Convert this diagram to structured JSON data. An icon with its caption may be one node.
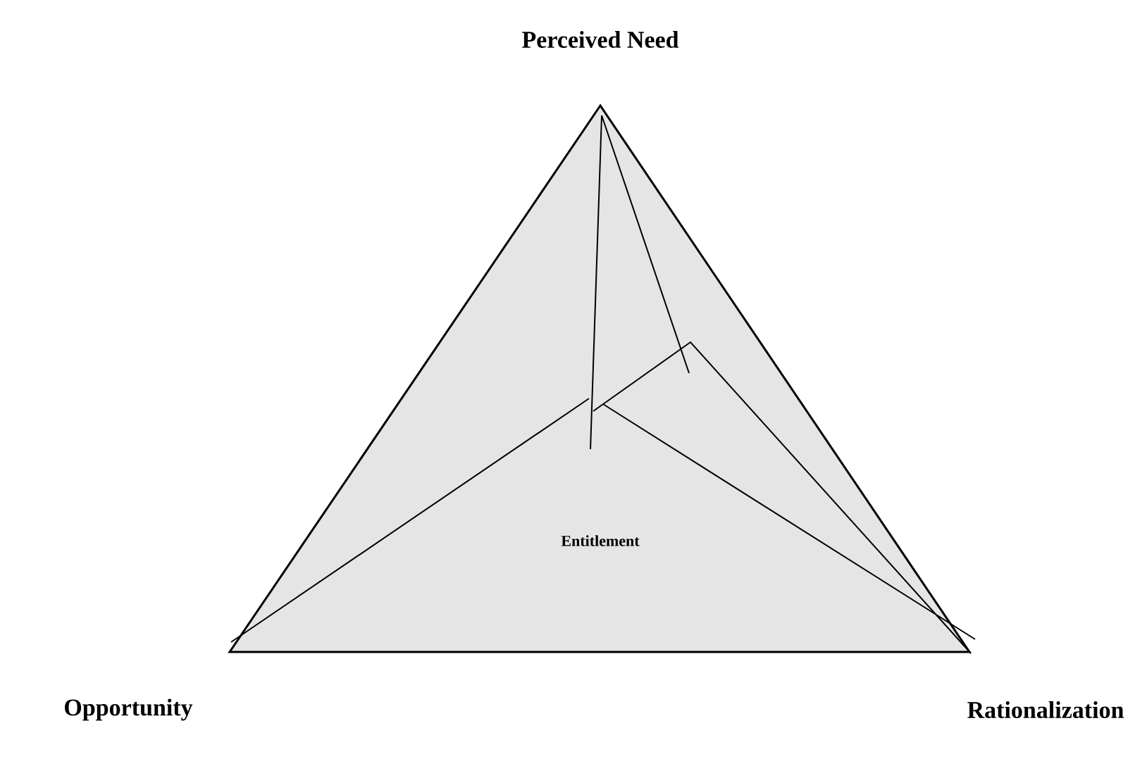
{
  "diagram": {
    "nodes": [
      {
        "text": [
          "Entitlement"
        ]
      }
    ],
    "labels": [
      "Perceived Need",
      "Opportunity",
      "Rationalization"
    ]
  }
}
